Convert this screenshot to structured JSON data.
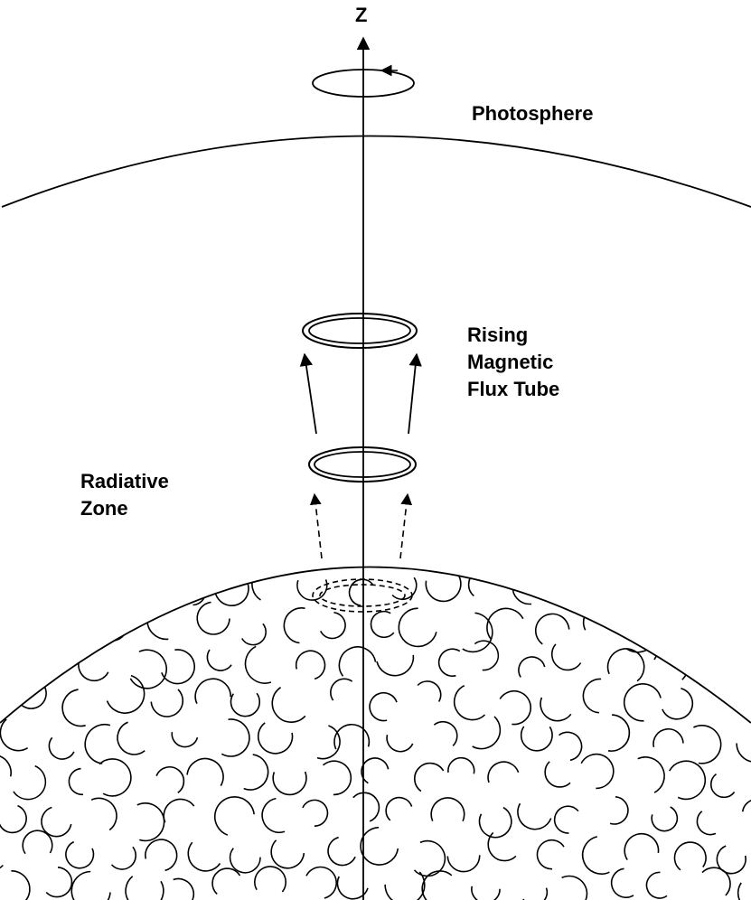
{
  "labels": {
    "axis": "Z",
    "photosphere": "Photosphere",
    "rising": [
      "Rising",
      "Magnetic",
      "Flux Tube"
    ],
    "radiative": [
      "Radiative",
      "Zone"
    ]
  },
  "colors": {
    "ink": "#000000",
    "background": "#ffffff"
  }
}
